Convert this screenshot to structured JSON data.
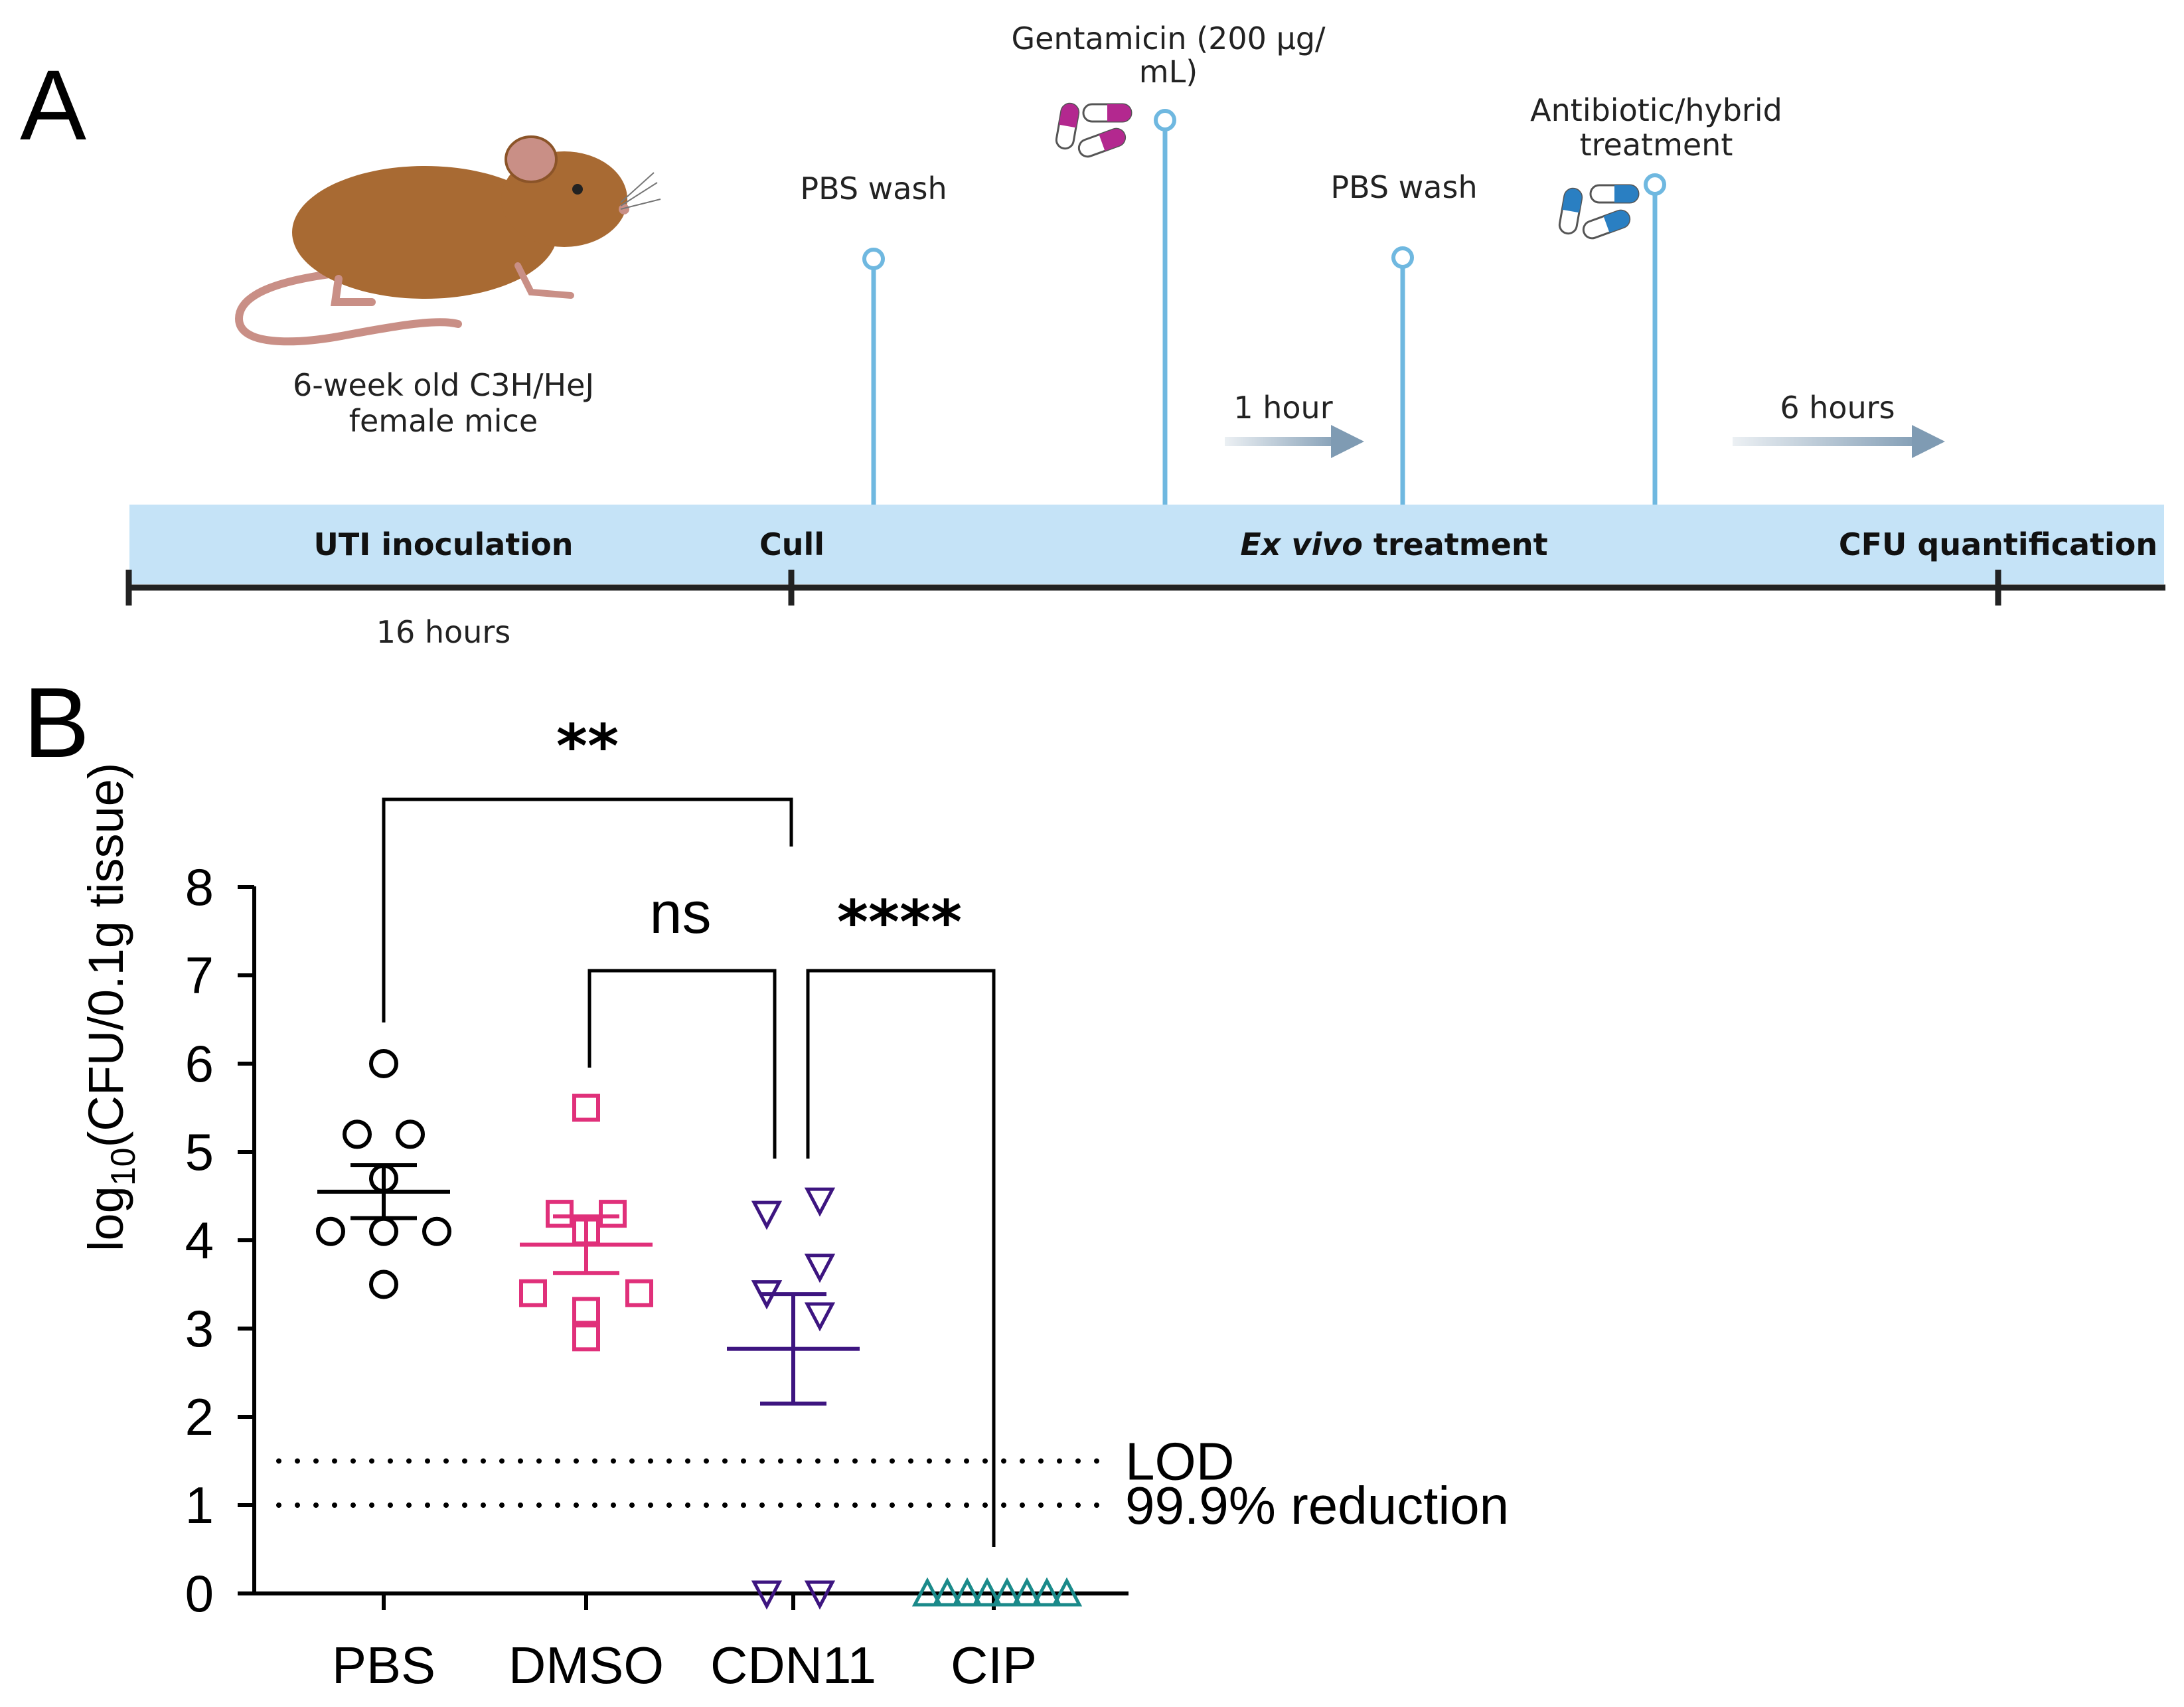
{
  "panel_a": {
    "letter": "A",
    "mouse_caption_line1": "6-week old C3H/HeJ",
    "mouse_caption_line2": "female mice",
    "events": [
      {
        "label_lines": [
          "PBS wash"
        ]
      },
      {
        "label_lines": [
          "Gentamicin (200 µg/",
          "mL)"
        ]
      },
      {
        "label_lines": [
          "PBS wash"
        ]
      },
      {
        "label_lines": [
          "Antibiotic/hybrid",
          "treatment"
        ]
      }
    ],
    "arrows": [
      "1 hour",
      "6 hours"
    ],
    "band_labels": {
      "uti": "UTI inoculation",
      "cull": "Cull",
      "ex_vivo_italic": "Ex vivo",
      "ex_vivo_rest": " treatment",
      "cfu": "CFU quantification"
    },
    "duration_label": "16 hours",
    "colors": {
      "band": "#c5e3f7",
      "stem": "#6fb8e0",
      "arrow": "#7f9bb3"
    }
  },
  "chart_data": {
    "type": "scatter",
    "panel_letter": "B",
    "ylabel_prefix": "log",
    "ylabel_sub": "10",
    "ylabel_suffix": "(CFU/0.1g tissue)",
    "categories": [
      "PBS",
      "DMSO",
      "CDN11",
      "CIP"
    ],
    "ylim": [
      0,
      8
    ],
    "yticks": [
      0,
      1,
      2,
      3,
      4,
      5,
      6,
      7,
      8
    ],
    "series": [
      {
        "marker": "circle",
        "color": "#000000",
        "points": [
          6.0,
          5.2,
          5.2,
          4.7,
          4.1,
          4.1,
          4.1,
          3.5
        ],
        "mean": 4.55,
        "sem": 0.3
      },
      {
        "marker": "square",
        "color": "#e0307a",
        "points": [
          5.5,
          4.3,
          4.3,
          4.1,
          3.4,
          3.4,
          3.2,
          2.9
        ],
        "mean": 3.95,
        "sem": 0.32
      },
      {
        "marker": "triangle-down",
        "color": "#3d1580",
        "points": [
          4.45,
          4.3,
          3.7,
          3.4,
          3.4,
          3.15,
          0.0,
          0.0
        ],
        "mean": 2.77,
        "sem": 0.62
      },
      {
        "marker": "triangle-up",
        "color": "#1a8a8a",
        "points": [
          0,
          0,
          0,
          0,
          0,
          0,
          0,
          0
        ],
        "mean": null,
        "sem": null
      }
    ],
    "reference_lines": [
      {
        "y": 1.5,
        "label": "LOD"
      },
      {
        "y": 1.0,
        "label": "99.9% reduction"
      }
    ],
    "significance": [
      {
        "from": 0,
        "to": 2,
        "label": "**"
      },
      {
        "from": 1,
        "to": 2,
        "label": "ns"
      },
      {
        "from": 2,
        "to": 3,
        "label": "****"
      }
    ]
  }
}
